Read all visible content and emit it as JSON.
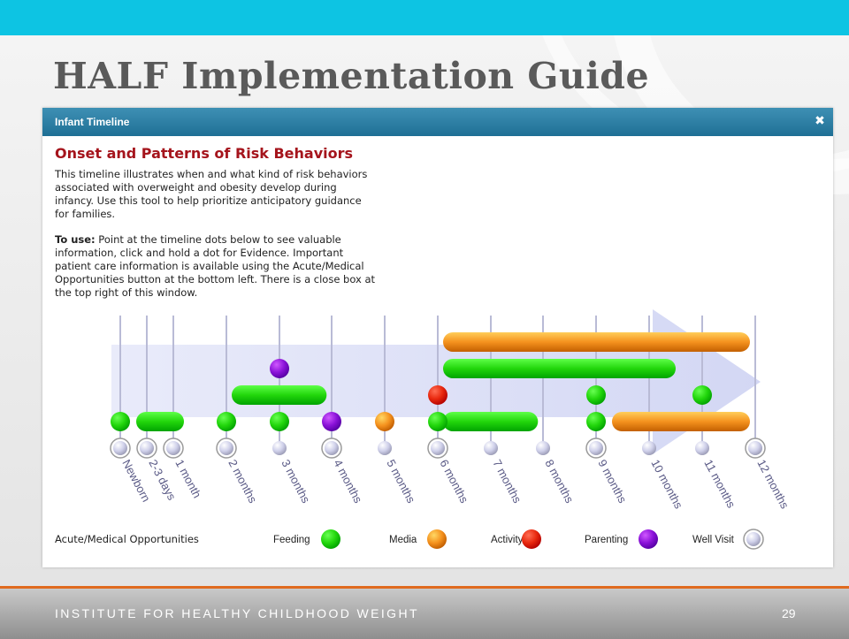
{
  "slide": {
    "title": "HALF Implementation Guide",
    "footer": "INSTITUTE FOR HEALTHY CHILDHOOD WEIGHT",
    "page_number": "29"
  },
  "window": {
    "title": "Infant Timeline",
    "close_icon": "close-icon",
    "heading": "Onset and Patterns of Risk Behaviors",
    "intro": "This timeline illustrates when and what kind of risk behaviors associated with overweight and obesity develop during infancy. Use this tool to help prioritize anticipatory guidance for families.",
    "howto_label": "To use:",
    "howto_text": " Point at the timeline dots below to see valuable information, click and hold a dot for Evidence. Important patient care information is available using the Acute/Medical Opportunities button at the bottom left. There is a close box at the top right of this window."
  },
  "timeline": {
    "ages": [
      "Newborn",
      "2-3 days",
      "1 month",
      "2 months",
      "3 months",
      "4 months",
      "5 months",
      "6 months",
      "7 months",
      "8 months",
      "9 months",
      "10 months",
      "11 months",
      "12 months"
    ],
    "well_visit_large": [
      0,
      1,
      2,
      3,
      5,
      7,
      10,
      13
    ],
    "dots": [
      {
        "age": 0,
        "row": 1,
        "type": "feeding"
      },
      {
        "age": 3,
        "row": 1,
        "type": "feeding"
      },
      {
        "age": 4,
        "row": 1,
        "type": "feeding"
      },
      {
        "age": 4,
        "row": 3,
        "type": "parenting"
      },
      {
        "age": 5,
        "row": 1,
        "type": "parenting"
      },
      {
        "age": 6,
        "row": 1,
        "type": "media"
      },
      {
        "age": 7,
        "row": 1,
        "type": "feeding"
      },
      {
        "age": 7,
        "row": 2,
        "type": "activity"
      },
      {
        "age": 10,
        "row": 1,
        "type": "feeding"
      },
      {
        "age": 10,
        "row": 2,
        "type": "feeding"
      },
      {
        "age": 12,
        "row": 2,
        "type": "feeding"
      }
    ],
    "bars": [
      {
        "from": 1,
        "to": 2,
        "row": 1,
        "type": "feeding"
      },
      {
        "from": 3.3,
        "to": 4.7,
        "row": 2,
        "type": "feeding"
      },
      {
        "from": 7.3,
        "to": 8.7,
        "row": 1,
        "type": "feeding"
      },
      {
        "from": 7.3,
        "to": 11.3,
        "row": 3,
        "type": "feeding"
      },
      {
        "from": 7.3,
        "to": 12.7,
        "row": 4,
        "type": "media"
      },
      {
        "from": 10.5,
        "to": 12.7,
        "row": 1,
        "type": "media"
      }
    ]
  },
  "legend": {
    "acute_button": "Acute/Medical Opportunities",
    "items": [
      {
        "label": "Feeding",
        "type": "feeding"
      },
      {
        "label": "Media",
        "type": "media"
      },
      {
        "label": "Activity",
        "type": "activity"
      },
      {
        "label": "Parenting",
        "type": "parenting"
      },
      {
        "label": "Well Visit",
        "type": "wellvisit"
      }
    ]
  },
  "colors": {
    "feeding": "#22d60c",
    "media": "#f5921e",
    "activity": "#e8280e",
    "parenting": "#8a12d8",
    "wellvisit": "#cfd0ea",
    "title_bar": "#2a7ea7",
    "heading": "#a5141c",
    "accent_top": "#0dc4e3",
    "footer_rule": "#e06a1f"
  }
}
